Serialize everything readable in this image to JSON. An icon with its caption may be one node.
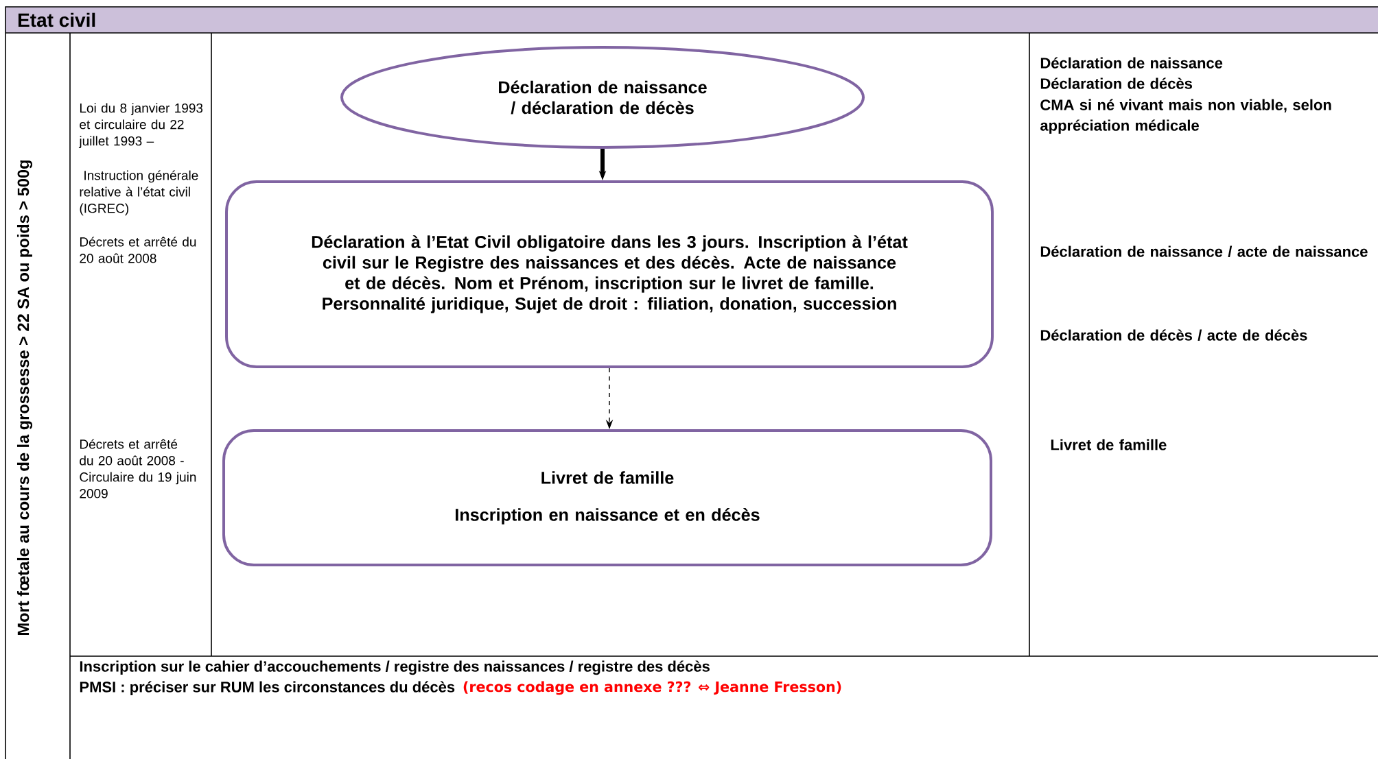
{
  "diagram": {
    "title": "Etat civil",
    "nodes": [
      {
        "text": [
          "Déclaration de naissance / déclaration de décès"
        ]
      },
      {
        "text": [
          "Déclaration à l’Etat Civil obligatoire dans les 3 jours. Inscription à l’état civil sur le Registre des naissances et des décès. Acte de naissance et de décès. Nom et Prénom, inscription sur le livret de famille. Personnalité juridique, Sujet de droit : filiation, donation, succession"
        ]
      },
      {
        "text": [
          "Livret de famille",
          "Inscription en naissance et en décès"
        ]
      }
    ],
    "edges": [
      {
        "from": 0,
        "to": 1,
        "arrow": "to",
        "style": "thick"
      },
      {
        "from": 1,
        "to": 2,
        "arrow": "to",
        "style": "dashed"
      }
    ],
    "labels": [
      "Mort fœtale au cours de la grossesse > 22 SA ou poids > 500g",
      "Loi du 8 janvier 1993 et circulaire du 22 juillet 1993 –",
      "Instruction générale relative à l’état civil (IGREC)",
      "Décrets et arrêté du 20 août 2008",
      "Décrets et arrêté du 20 août 2008 - Circulaire du 19 juin 2009",
      "Déclaration de naissance",
      "Déclaration de décès",
      "CMA si né vivant mais non viable, selon appréciation médicale",
      "Déclaration de naissance / acte de naissance",
      "Déclaration de décès / acte de décès",
      "Livret de famille",
      "Inscription sur le cahier d’accouchements / registre des naissances / registre des décès",
      "PMSI : préciser sur RUM les circonstances du décès",
      "(recos codage en annexe ??? ⇔ Jeanne Fresson)"
    ]
  }
}
